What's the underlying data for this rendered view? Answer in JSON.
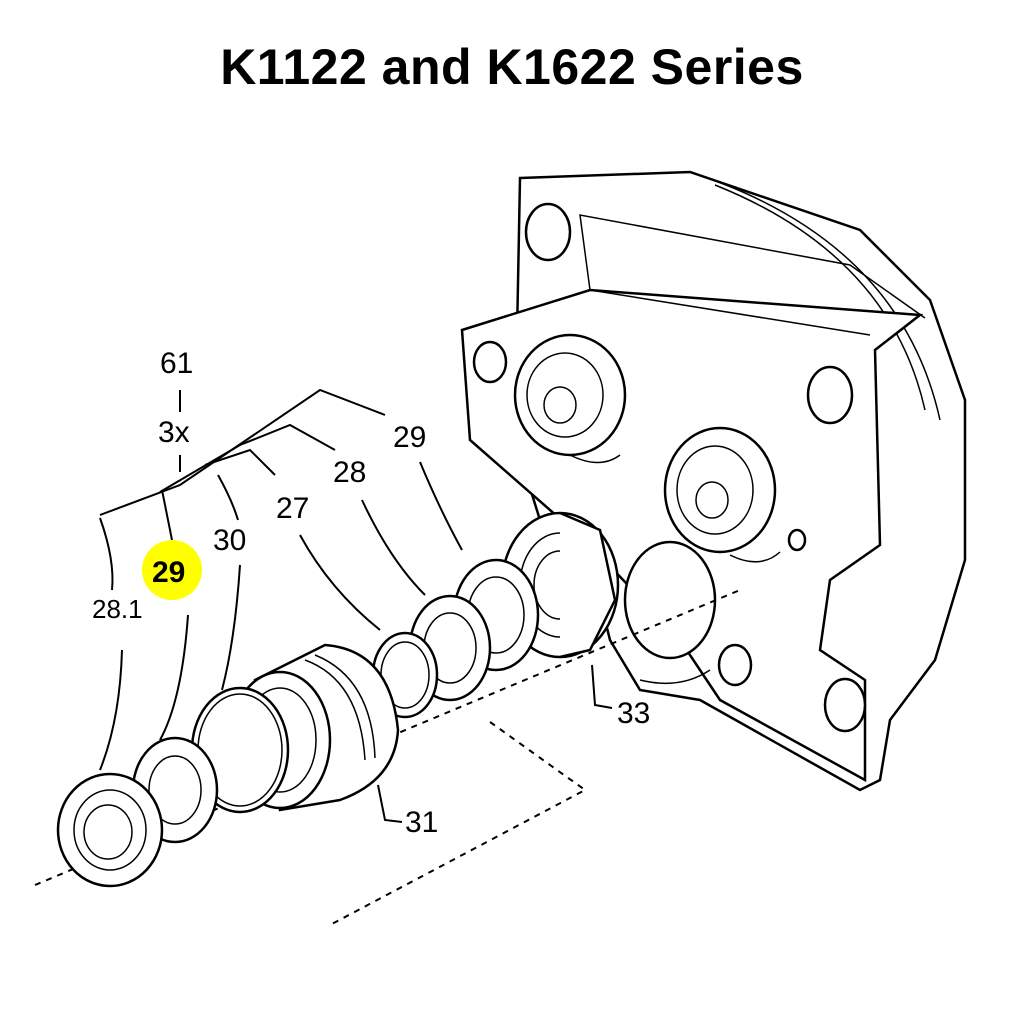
{
  "title": "K1122 and K1622 Series",
  "highlight_color": "#ffff00",
  "labels": {
    "l61": "61",
    "l3x": "3x",
    "l29_top": "29",
    "l28": "28",
    "l27": "27",
    "l30": "30",
    "l29_highlight": "29",
    "l28_1": "28.1",
    "l33": "33",
    "l31": "31"
  }
}
